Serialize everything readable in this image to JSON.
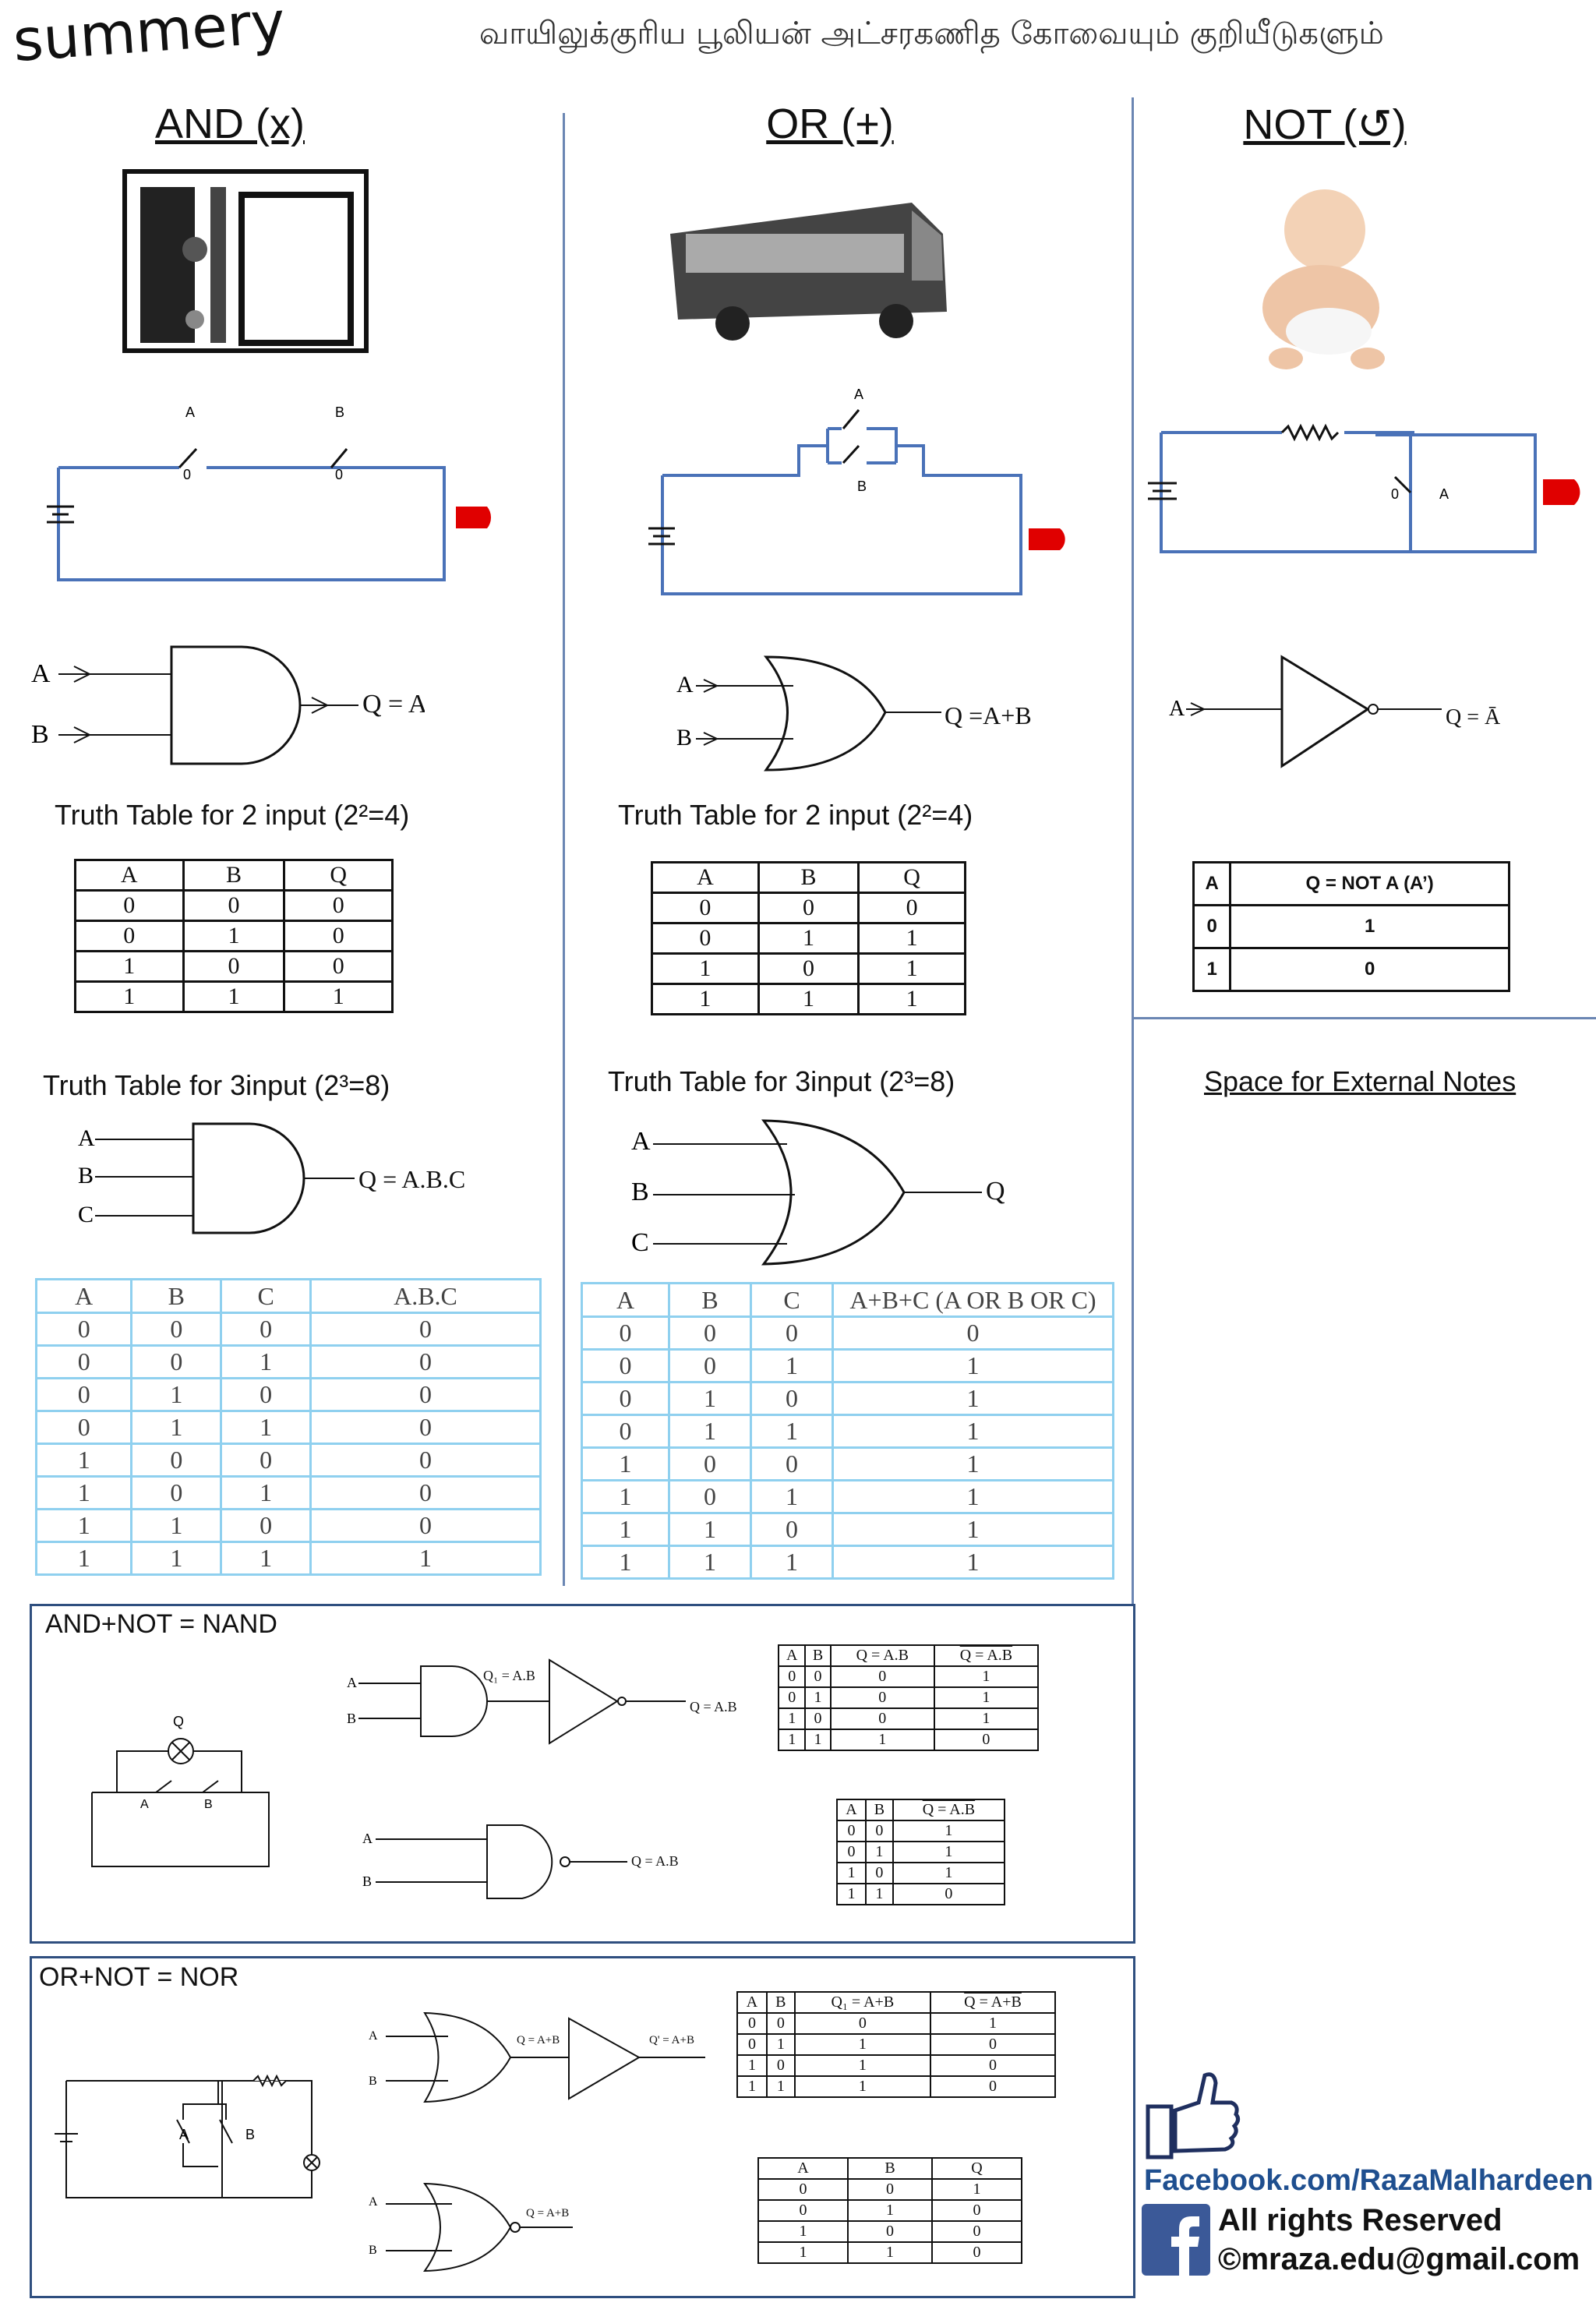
{
  "header": {
    "title": "summery",
    "tamil_title": "வாயிலுக்குரிய பூலியன் அட்சரகணித கோவையும் குறியீடுகளும்"
  },
  "columns": {
    "and": {
      "heading": "AND (x)",
      "tt2_caption": "Truth Table for 2 input (2²=4)",
      "tt3_caption": "Truth Table for 3input (2³=8)",
      "gate_output": "Q = A",
      "gate3_output": "Q = A.B.C"
    },
    "or": {
      "heading": "OR (+)",
      "tt2_caption": "Truth Table for 2 input (2²=4)",
      "tt3_caption": "Truth Table for 3input (2³=8)",
      "gate_output": "Q =A+B",
      "gate3_output": "Q"
    },
    "not": {
      "heading": "NOT (↺)",
      "gate_output": "Q = Ā",
      "notes_label": "Space for External Notes"
    }
  },
  "tables": {
    "and2": {
      "headers": [
        "A",
        "B",
        "Q"
      ],
      "rows": [
        [
          "0",
          "0",
          "0"
        ],
        [
          "0",
          "1",
          "0"
        ],
        [
          "1",
          "0",
          "0"
        ],
        [
          "1",
          "1",
          "1"
        ]
      ]
    },
    "or2": {
      "headers": [
        "A",
        "B",
        "Q"
      ],
      "rows": [
        [
          "0",
          "0",
          "0"
        ],
        [
          "0",
          "1",
          "1"
        ],
        [
          "1",
          "0",
          "1"
        ],
        [
          "1",
          "1",
          "1"
        ]
      ]
    },
    "not": {
      "headers": [
        "A",
        "Q = NOT A (A’)"
      ],
      "rows": [
        [
          "0",
          "1"
        ],
        [
          "1",
          "0"
        ]
      ]
    },
    "and3": {
      "headers": [
        "A",
        "B",
        "C",
        "A.B.C"
      ],
      "rows": [
        [
          "0",
          "0",
          "0",
          "0"
        ],
        [
          "0",
          "0",
          "1",
          "0"
        ],
        [
          "0",
          "1",
          "0",
          "0"
        ],
        [
          "0",
          "1",
          "1",
          "0"
        ],
        [
          "1",
          "0",
          "0",
          "0"
        ],
        [
          "1",
          "0",
          "1",
          "0"
        ],
        [
          "1",
          "1",
          "0",
          "0"
        ],
        [
          "1",
          "1",
          "1",
          "1"
        ]
      ]
    },
    "or3": {
      "headers": [
        "A",
        "B",
        "C",
        "A+B+C (A OR B OR C)"
      ],
      "rows": [
        [
          "0",
          "0",
          "0",
          "0"
        ],
        [
          "0",
          "0",
          "1",
          "1"
        ],
        [
          "0",
          "1",
          "0",
          "1"
        ],
        [
          "0",
          "1",
          "1",
          "1"
        ],
        [
          "1",
          "0",
          "0",
          "1"
        ],
        [
          "1",
          "0",
          "1",
          "1"
        ],
        [
          "1",
          "1",
          "0",
          "1"
        ],
        [
          "1",
          "1",
          "1",
          "1"
        ]
      ]
    },
    "nand4": {
      "headers": [
        "A",
        "B",
        "Q = A.B",
        "Q = A.B"
      ],
      "rows": [
        [
          "0",
          "0",
          "0",
          "1"
        ],
        [
          "0",
          "1",
          "0",
          "1"
        ],
        [
          "1",
          "0",
          "0",
          "1"
        ],
        [
          "1",
          "1",
          "1",
          "0"
        ]
      ]
    },
    "nand3": {
      "headers": [
        "A",
        "B",
        "Q = A.B"
      ],
      "rows": [
        [
          "0",
          "0",
          "1"
        ],
        [
          "0",
          "1",
          "1"
        ],
        [
          "1",
          "0",
          "1"
        ],
        [
          "1",
          "1",
          "0"
        ]
      ]
    },
    "nor4": {
      "headers": [
        "A",
        "B",
        "Q₁ = A+B",
        "Q = A+B"
      ],
      "rows": [
        [
          "0",
          "0",
          "0",
          "1"
        ],
        [
          "0",
          "1",
          "1",
          "0"
        ],
        [
          "1",
          "0",
          "1",
          "0"
        ],
        [
          "1",
          "1",
          "1",
          "0"
        ]
      ]
    },
    "nor3": {
      "headers": [
        "A",
        "B",
        "Q"
      ],
      "rows": [
        [
          "0",
          "0",
          "1"
        ],
        [
          "0",
          "1",
          "0"
        ],
        [
          "1",
          "0",
          "0"
        ],
        [
          "1",
          "1",
          "0"
        ]
      ]
    }
  },
  "nand": {
    "title": "AND+NOT = NAND",
    "q1_label": "Q₁ = A.B",
    "q_label": "Q = A.B"
  },
  "nor": {
    "title": "OR+NOT = NOR",
    "q1_label": "Q = A+B",
    "q_label": "Q' = A+B",
    "q2_label": "Q = A+B"
  },
  "footer": {
    "facebook": "Facebook.com/RazaMalhardeen",
    "rights": "All rights Reserved",
    "email": "©mraza.edu@gmail.com"
  },
  "colors": {
    "divider": "#6b86b3",
    "led": "#e00000",
    "circuit": "#4a72b8",
    "table_blue": "#8fd0ef",
    "footer_blue": "#1f4f8f"
  }
}
